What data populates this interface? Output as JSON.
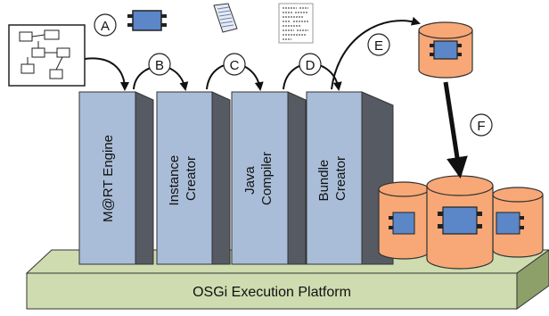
{
  "platform": {
    "label": "OSGi Execution Platform"
  },
  "components": [
    {
      "label_lines": [
        "M@RT Engine"
      ]
    },
    {
      "label_lines": [
        "Instance",
        "Creator"
      ]
    },
    {
      "label_lines": [
        "Java",
        "Compiler"
      ]
    },
    {
      "label_lines": [
        "Bundle",
        "Creator"
      ]
    }
  ],
  "steps": [
    "A",
    "B",
    "C",
    "D",
    "E",
    "F"
  ],
  "icons": {
    "model_diagram": "model-diagram-icon",
    "component_instance": "component-instance-icon",
    "source_document": "source-document-icon",
    "bytecode_document": "bytecode-document-icon",
    "bundle": "bundle-cylinder-icon"
  },
  "colors": {
    "platform_top": "#cfdcb0",
    "platform_side": "#8ea06a",
    "box_front": "#a9bdd8",
    "box_side": "#555a63",
    "cylinder": "#f7a876",
    "component_fill": "#5b86c8"
  }
}
